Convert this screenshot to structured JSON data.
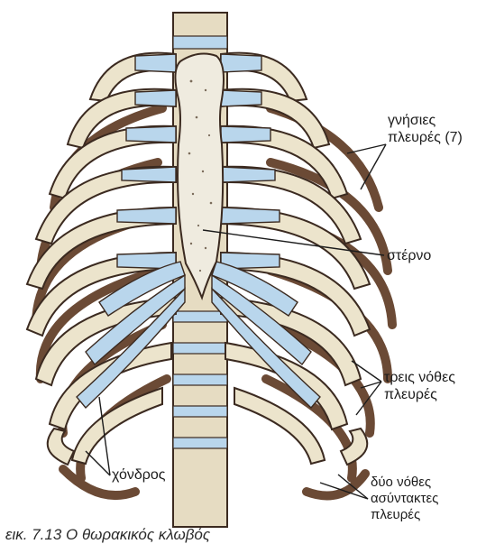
{
  "labels": {
    "true_ribs": "γνήσιες\nπλευρές (7)",
    "sternum": "στέρνο",
    "false_ribs": "τρεις νόθες\nπλευρές",
    "cartilage": "χόνδρος",
    "floating_ribs": "δύο νόθες\nασύντακτες\nπλευρές"
  },
  "caption": "εικ. 7.13   Ο θωρακικός κλωβός",
  "colors": {
    "bone_fill": "#ece4cc",
    "bone_shadow": "#6b4a35",
    "cartilage": "#b9d6ec",
    "outline": "#3b2a20",
    "sternum_fill": "#efebdf"
  }
}
